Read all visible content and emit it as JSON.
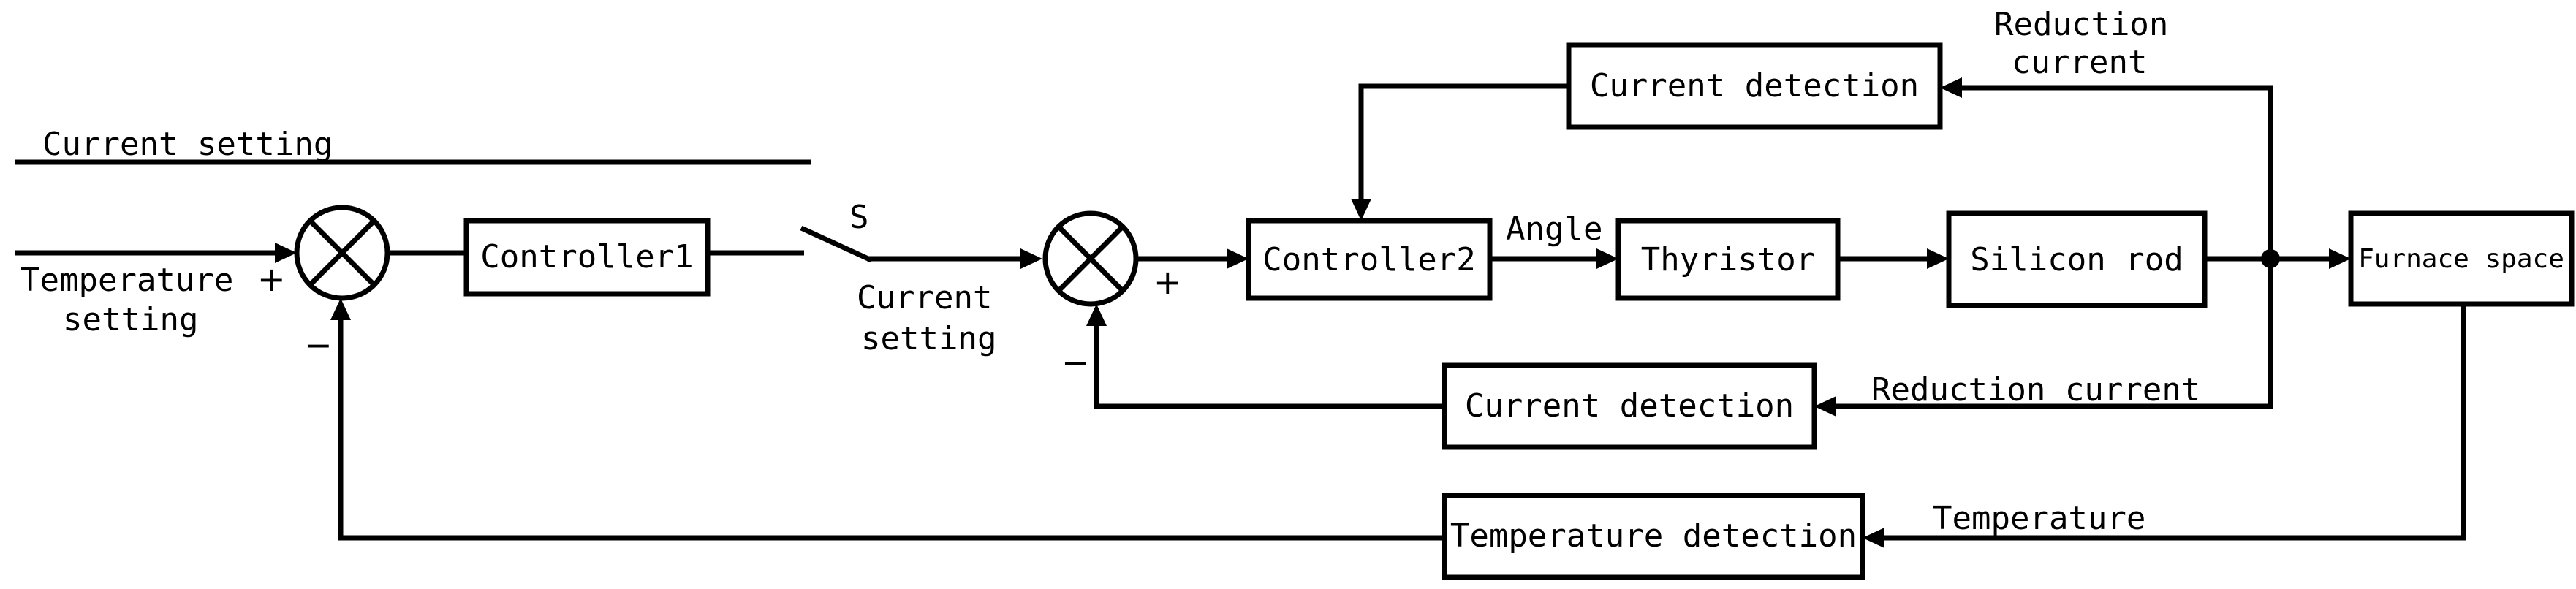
{
  "diagram": {
    "blocks": {
      "controller1": "Controller1",
      "controller2": "Controller2",
      "thyristor": "Thyristor",
      "silicon_rod": "Silicon rod",
      "furnace_space": "Furnace space",
      "current_detection_top": "Current detection",
      "current_detection_mid": "Current detection",
      "temperature_detection": "Temperature detection"
    },
    "labels": {
      "current_setting_top": "Current setting",
      "temperature_setting_line1": "Temperature",
      "temperature_setting_line2": "setting",
      "switch": "S",
      "current_setting_line1": "Current",
      "current_setting_line2": "setting",
      "angle": "Angle",
      "reduction_current_top_line1": "Reduction",
      "reduction_current_top_line2": "current",
      "reduction_current_mid": "Reduction current",
      "temperature": "Temperature"
    },
    "signs": {
      "sum1_plus": "+",
      "sum1_minus": "−",
      "sum2_plus": "+",
      "sum2_minus": "−"
    }
  }
}
